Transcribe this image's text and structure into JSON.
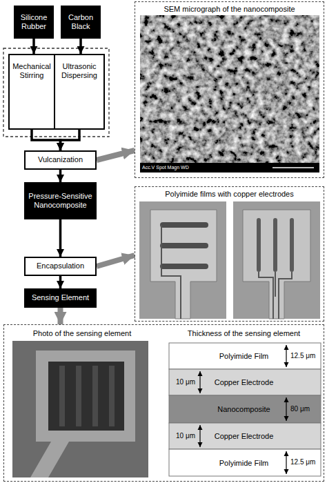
{
  "diagram": {
    "nodes": [
      {
        "text": [
          "Silicone Rubber"
        ]
      },
      {
        "text": [
          "Carbon Black"
        ]
      },
      {
        "text": [
          "Mechanical Stirring"
        ]
      },
      {
        "text": [
          "Ultrasonic Dispersing"
        ]
      },
      {
        "text": [
          "Vulcanization"
        ]
      },
      {
        "text": [
          "Pressure-Sensitive Nanocomposite"
        ]
      },
      {
        "text": [
          "Encapsulation"
        ]
      },
      {
        "text": [
          "Sensing Element"
        ]
      },
      {
        "text": [
          "SEM micrograph of the nanocomposite"
        ]
      },
      {
        "text": [
          "Polyimide films with copper electrodes"
        ]
      },
      {
        "text": [
          "Photo of the sensing element",
          "Thickness of the sensing element"
        ]
      },
      {
        "text": [
          "Polyimide Film"
        ],
        "in": 10
      },
      {
        "text": [
          "Copper Electrode"
        ],
        "in": 10
      },
      {
        "text": [
          "Nanocomposite"
        ],
        "in": 10
      },
      {
        "text": [
          "Copper Electrode"
        ],
        "in": 10
      },
      {
        "text": [
          "Polyimide Film"
        ],
        "in": 10
      }
    ],
    "edges": [
      {
        "from": 0,
        "to": 2,
        "arrow": "to"
      },
      {
        "from": 1,
        "to": 3,
        "arrow": "to"
      },
      {
        "from": 2,
        "to": 4,
        "arrow": "to"
      },
      {
        "from": 3,
        "to": 4,
        "arrow": "to"
      },
      {
        "from": 4,
        "to": 5,
        "arrow": "to"
      },
      {
        "from": 5,
        "to": 6,
        "arrow": "to"
      },
      {
        "from": 6,
        "to": 7,
        "arrow": "to"
      },
      {
        "from": 4,
        "to": 8,
        "arrow": "to"
      },
      {
        "from": 6,
        "to": 9,
        "arrow": "to"
      },
      {
        "from": 7,
        "to": 10,
        "arrow": "to"
      }
    ],
    "labels": [
      "Acc.V Spot Magn WD",
      "12.5 μm",
      "10 μm",
      "80 μm",
      "10 μm",
      "12.5 μm"
    ]
  }
}
